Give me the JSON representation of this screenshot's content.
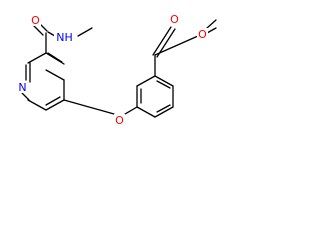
{
  "structure": {
    "colors": {
      "bond": "#000000",
      "O": "#ff0000",
      "N": "#0000ff"
    },
    "atoms": {
      "amide_o": "O",
      "amide_nh": "NH",
      "pyridine_n": "N",
      "ether_o": "O",
      "ester_carbonyl_o": "O",
      "ester_o": "O"
    }
  }
}
